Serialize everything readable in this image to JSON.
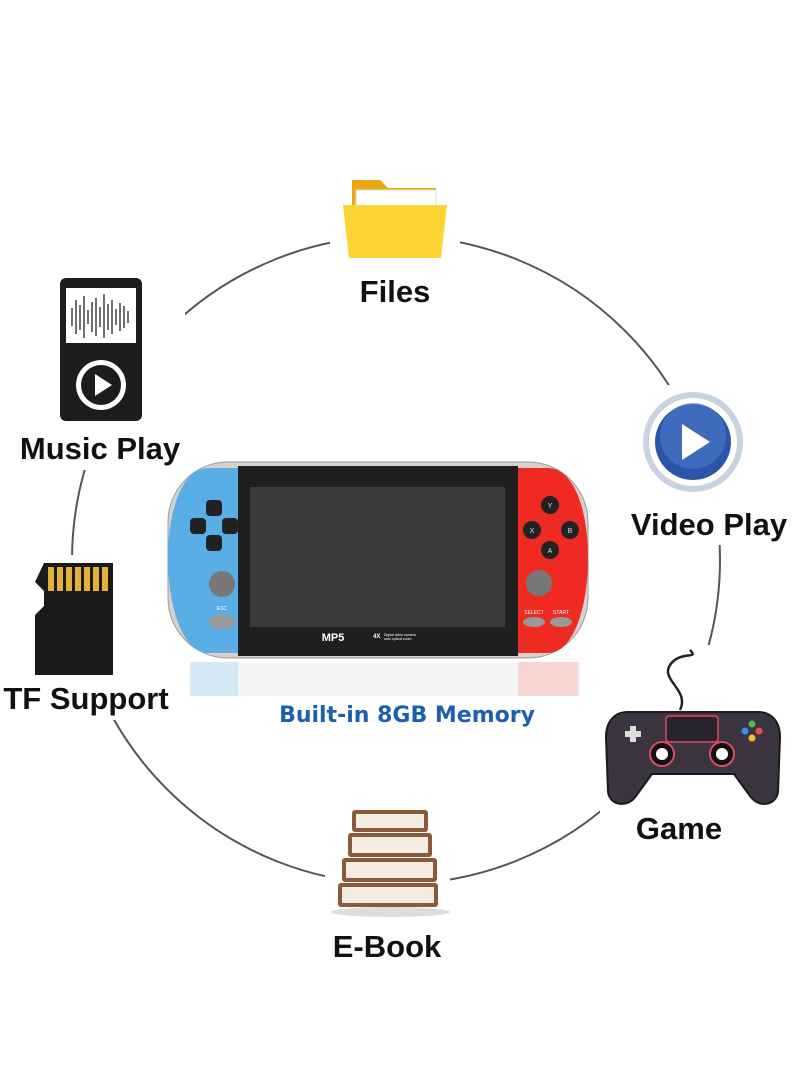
{
  "features": [
    {
      "label": "Files",
      "icon": "folder-icon"
    },
    {
      "label": "Music Play",
      "icon": "music-player-icon"
    },
    {
      "label": "Video Play",
      "icon": "play-icon"
    },
    {
      "label": "TF Support",
      "icon": "sd-card-icon"
    },
    {
      "label": "Game",
      "icon": "gamepad-icon"
    },
    {
      "label": "E-Book",
      "icon": "books-icon"
    }
  ],
  "device": {
    "model": "MP5",
    "camera_badge": "4X",
    "camera_line1": "Digital video camera",
    "camera_line2": "auto optical zoom",
    "esc_label": "ESC",
    "select_label": "SELECT",
    "start_label": "START",
    "buttons": [
      "Y",
      "X",
      "B",
      "A"
    ]
  },
  "memory_caption": "Built-in 8GB Memory",
  "colors": {
    "accent_blue": "#1c5fb0",
    "left_grip": "#5aaee6",
    "right_grip": "#ee2a22"
  }
}
